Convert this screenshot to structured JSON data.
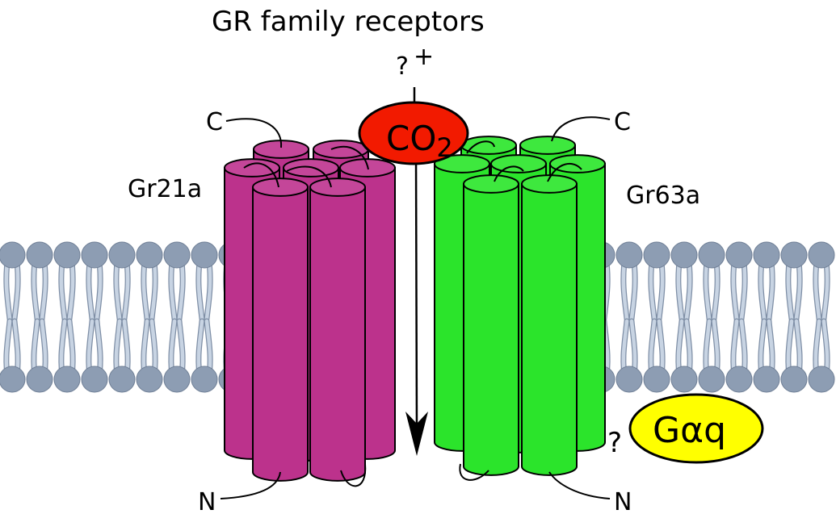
{
  "title": "GR family receptors",
  "top_question": "?",
  "top_plus": "+",
  "co2": {
    "main": "CO",
    "sub": "2",
    "fill": "#f21a00"
  },
  "left_receptor": {
    "name": "Gr21a",
    "c_term": "C",
    "n_term": "N",
    "fill": "#bc328c",
    "top_fill": "#c44699"
  },
  "right_receptor": {
    "name": "Gr63a",
    "c_term": "C",
    "n_term": "N",
    "fill": "#2be42b",
    "top_fill": "#3ee83e"
  },
  "gprotein": {
    "label": "Gαq",
    "question": "?",
    "fill": "#ffff00"
  },
  "membrane": {
    "head_fill": "#8d9db3",
    "tail_fill": "#c8d4e3"
  }
}
